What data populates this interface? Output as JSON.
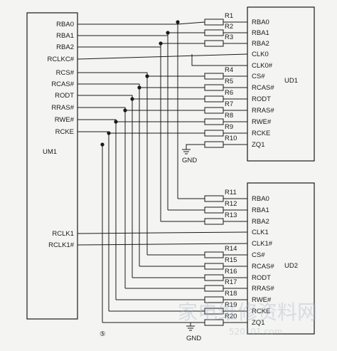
{
  "um1": {
    "name": "UM1",
    "pins_top": [
      "RBA0",
      "RBA1",
      "RBA2",
      "RCLKC#",
      "RCS#",
      "RCAS#",
      "RODT",
      "RRAS#",
      "RWE#",
      "RCKE"
    ],
    "pins_bottom": [
      "RCLK1",
      "RCLK1#"
    ]
  },
  "ud1": {
    "name": "UD1",
    "pins": [
      "RBA0",
      "RBA1",
      "RBA2",
      "CLK0",
      "CLK0#",
      "CS#",
      "RCAS#",
      "RODT",
      "RRAS#",
      "RWE#",
      "RCKE",
      "ZQ1"
    ]
  },
  "ud2": {
    "name": "UD2",
    "pins": [
      "RBA0",
      "RBA1",
      "RBA2",
      "CLK1",
      "CLK1#",
      "CS#",
      "RCAS#",
      "RODT",
      "RRAS#",
      "RWE#",
      "RCKE",
      "ZQ1"
    ]
  },
  "resistors_ud1": [
    "R1",
    "R2",
    "R3",
    "R4",
    "R5",
    "R6",
    "R7",
    "R8",
    "R9",
    "R10"
  ],
  "resistors_ud2": [
    "R11",
    "R12",
    "R13",
    "R14",
    "R15",
    "R16",
    "R17",
    "R18",
    "R19",
    "R20"
  ],
  "gnd_label": "GND",
  "figure_number": "⑤",
  "watermark": {
    "main": "家电维修资料网",
    "url": "520101.com"
  }
}
